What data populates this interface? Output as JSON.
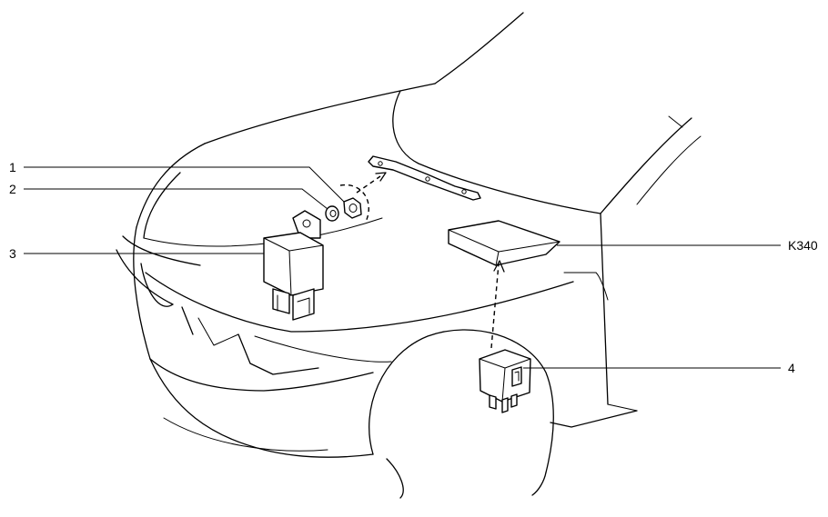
{
  "labels": {
    "item1": "1",
    "item2": "2",
    "item3": "3",
    "item4": "4",
    "k340": "K340"
  },
  "colors": {
    "stroke": "#000000",
    "background": "#ffffff"
  }
}
